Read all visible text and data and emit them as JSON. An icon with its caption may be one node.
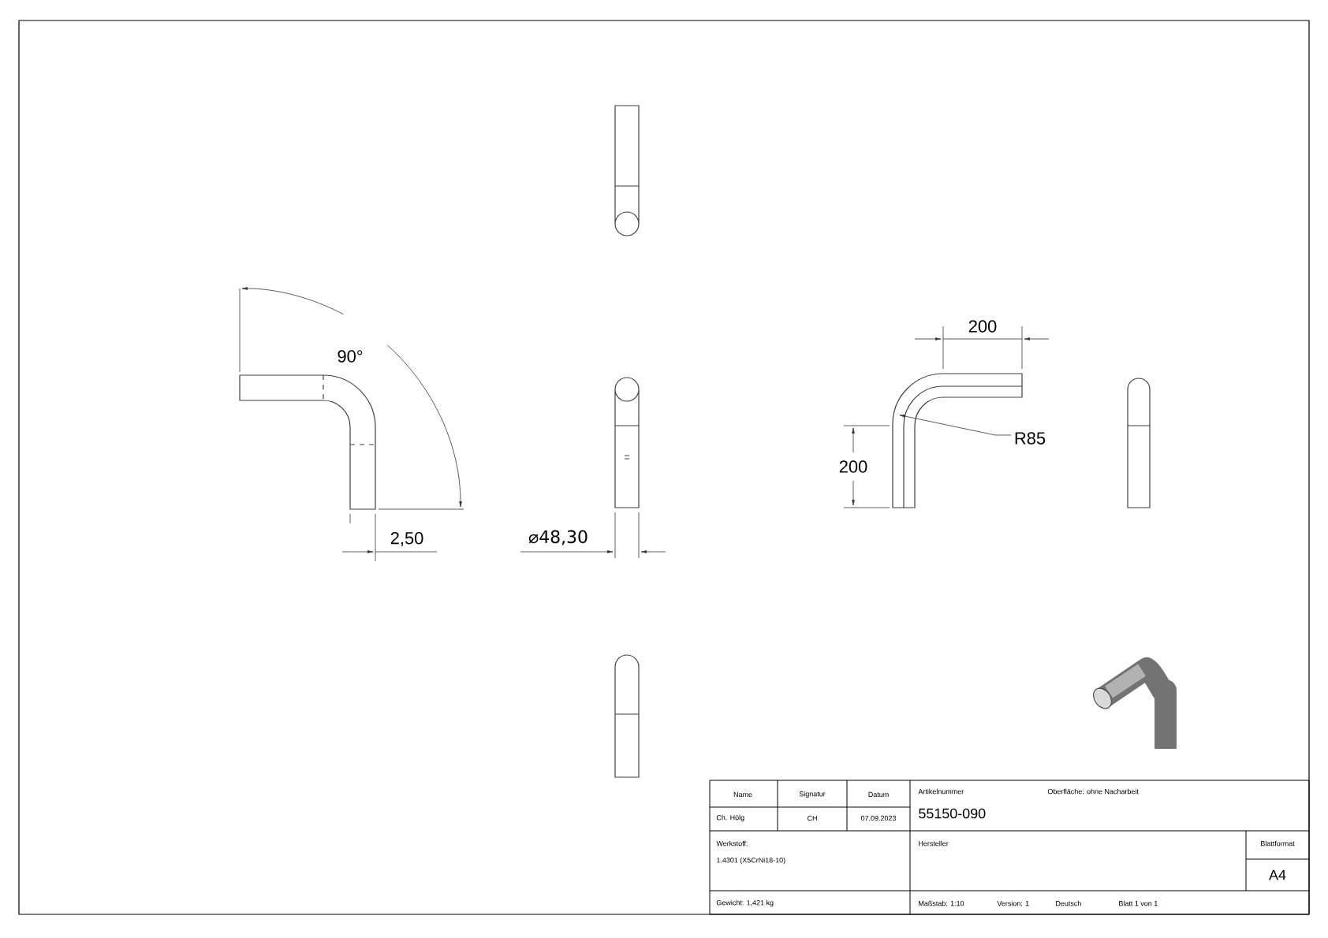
{
  "diagram": {
    "labels": [
      "90°",
      "2,50",
      "⌀48,30",
      "200",
      "R85",
      "200",
      "Name",
      "Signatur",
      "Datum",
      "Artikelnummer",
      "Oberfläche: ohne Nacharbeit",
      "Ch. Hölg",
      "CH",
      "07.09.2023",
      "55150-090",
      "Werkstoff:",
      "1.4301 (X5CrNi18-10)",
      "Hersteller",
      "Blattformat",
      "A4",
      "Gewicht: 1,421 kg",
      "Maßstab: 1:10",
      "Version: 1",
      "Deutsch",
      "Blatt 1 von 1"
    ]
  }
}
